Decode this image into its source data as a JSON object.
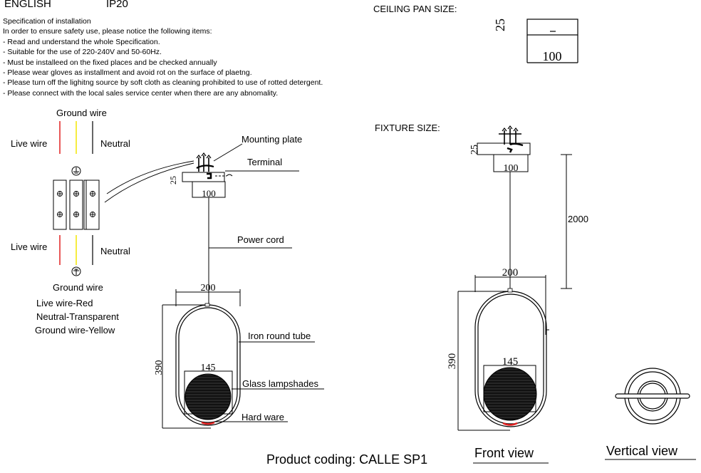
{
  "header": {
    "language": "ENGLISH",
    "rating": "IP20"
  },
  "spec": {
    "title": "Specification of installation",
    "intro": "In order to ensure safety use, please notice the following items:",
    "items": [
      "- Read and understand the whole Specification.",
      "- Suitable for the use of 220-240V and 50-60Hz.",
      "- Must be installeed on the fixed places and be checked annually",
      "- Please wear gloves as installment and avoid rot on the surface of plaetng.",
      "- Please turn off the lighitng source by soft cloth as cleaning prohibited to use of rotted detergent.",
      "- Please connect with the local sales service center when there are any abnomality."
    ]
  },
  "wiring": {
    "ground_top": "Ground wire",
    "live_top": "Live wire",
    "neutral_top": "Neutral",
    "live_bottom": "Live wire",
    "neutral_bottom": "Neutral",
    "ground_bottom": "Ground wire",
    "legend": [
      "Live wire-Red",
      "Neutral-Transparent",
      "Ground wire-Yellow"
    ],
    "colors": {
      "live": "#e02020",
      "ground": "#f2e600",
      "neutral": "#000000"
    }
  },
  "install": {
    "mounting_plate": "Mounting plate",
    "terminal": "Terminal",
    "power_cord": "Power cord",
    "iron_tube": "Iron round tube",
    "glass": "Glass lampshades",
    "hardware": "Hard ware",
    "dim_25": "25",
    "dim_100": "100",
    "dim_200": "200",
    "dim_390": "390",
    "dim_145": "145"
  },
  "ceiling": {
    "title": "CEILING PAN  SIZE:",
    "dim_25": "25",
    "dim_100": "100"
  },
  "fixture": {
    "title": "FIXTURE SIZE:",
    "dim_25": "25",
    "dim_100": "100",
    "dim_2000": "2000",
    "dim_200": "200",
    "dim_390": "390",
    "dim_145": "145"
  },
  "footer": {
    "product": "Product coding: CALLE SP1",
    "front_view": "Front view",
    "vertical_view": "Vertical view"
  }
}
